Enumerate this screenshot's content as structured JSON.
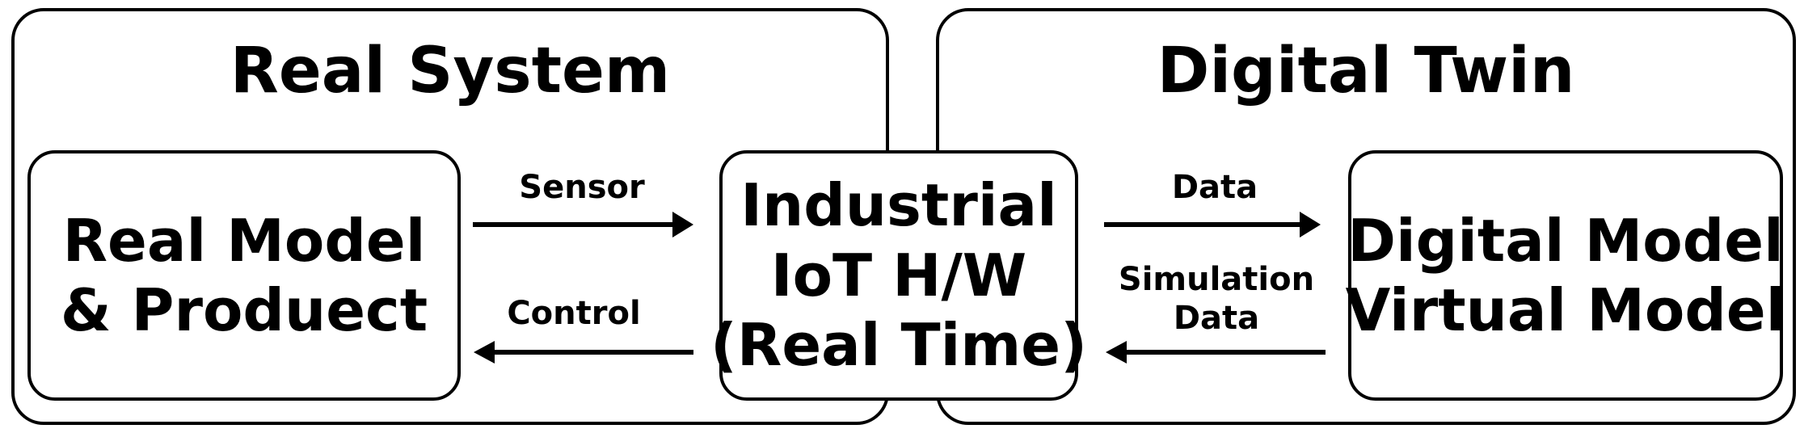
{
  "groups": {
    "real_system": {
      "title": "Real System"
    },
    "digital_twin": {
      "title": "Digital Twin"
    }
  },
  "boxes": {
    "real_model": {
      "line1": "Real Model",
      "line2": "& Produect"
    },
    "iot": {
      "line1": "Industrial",
      "line2": "IoT H/W",
      "line3": "(Real Time)"
    },
    "digital_model": {
      "line1": "Digital Model",
      "line2": "Virtual Model"
    }
  },
  "arrows": {
    "sensor": {
      "label": "Sensor"
    },
    "control": {
      "label": "Control"
    },
    "data": {
      "label": "Data"
    },
    "simulation": {
      "label_line1": "Simulation",
      "label_line2": "Data"
    }
  },
  "colors": {
    "stroke": "#000000",
    "background": "#ffffff"
  }
}
